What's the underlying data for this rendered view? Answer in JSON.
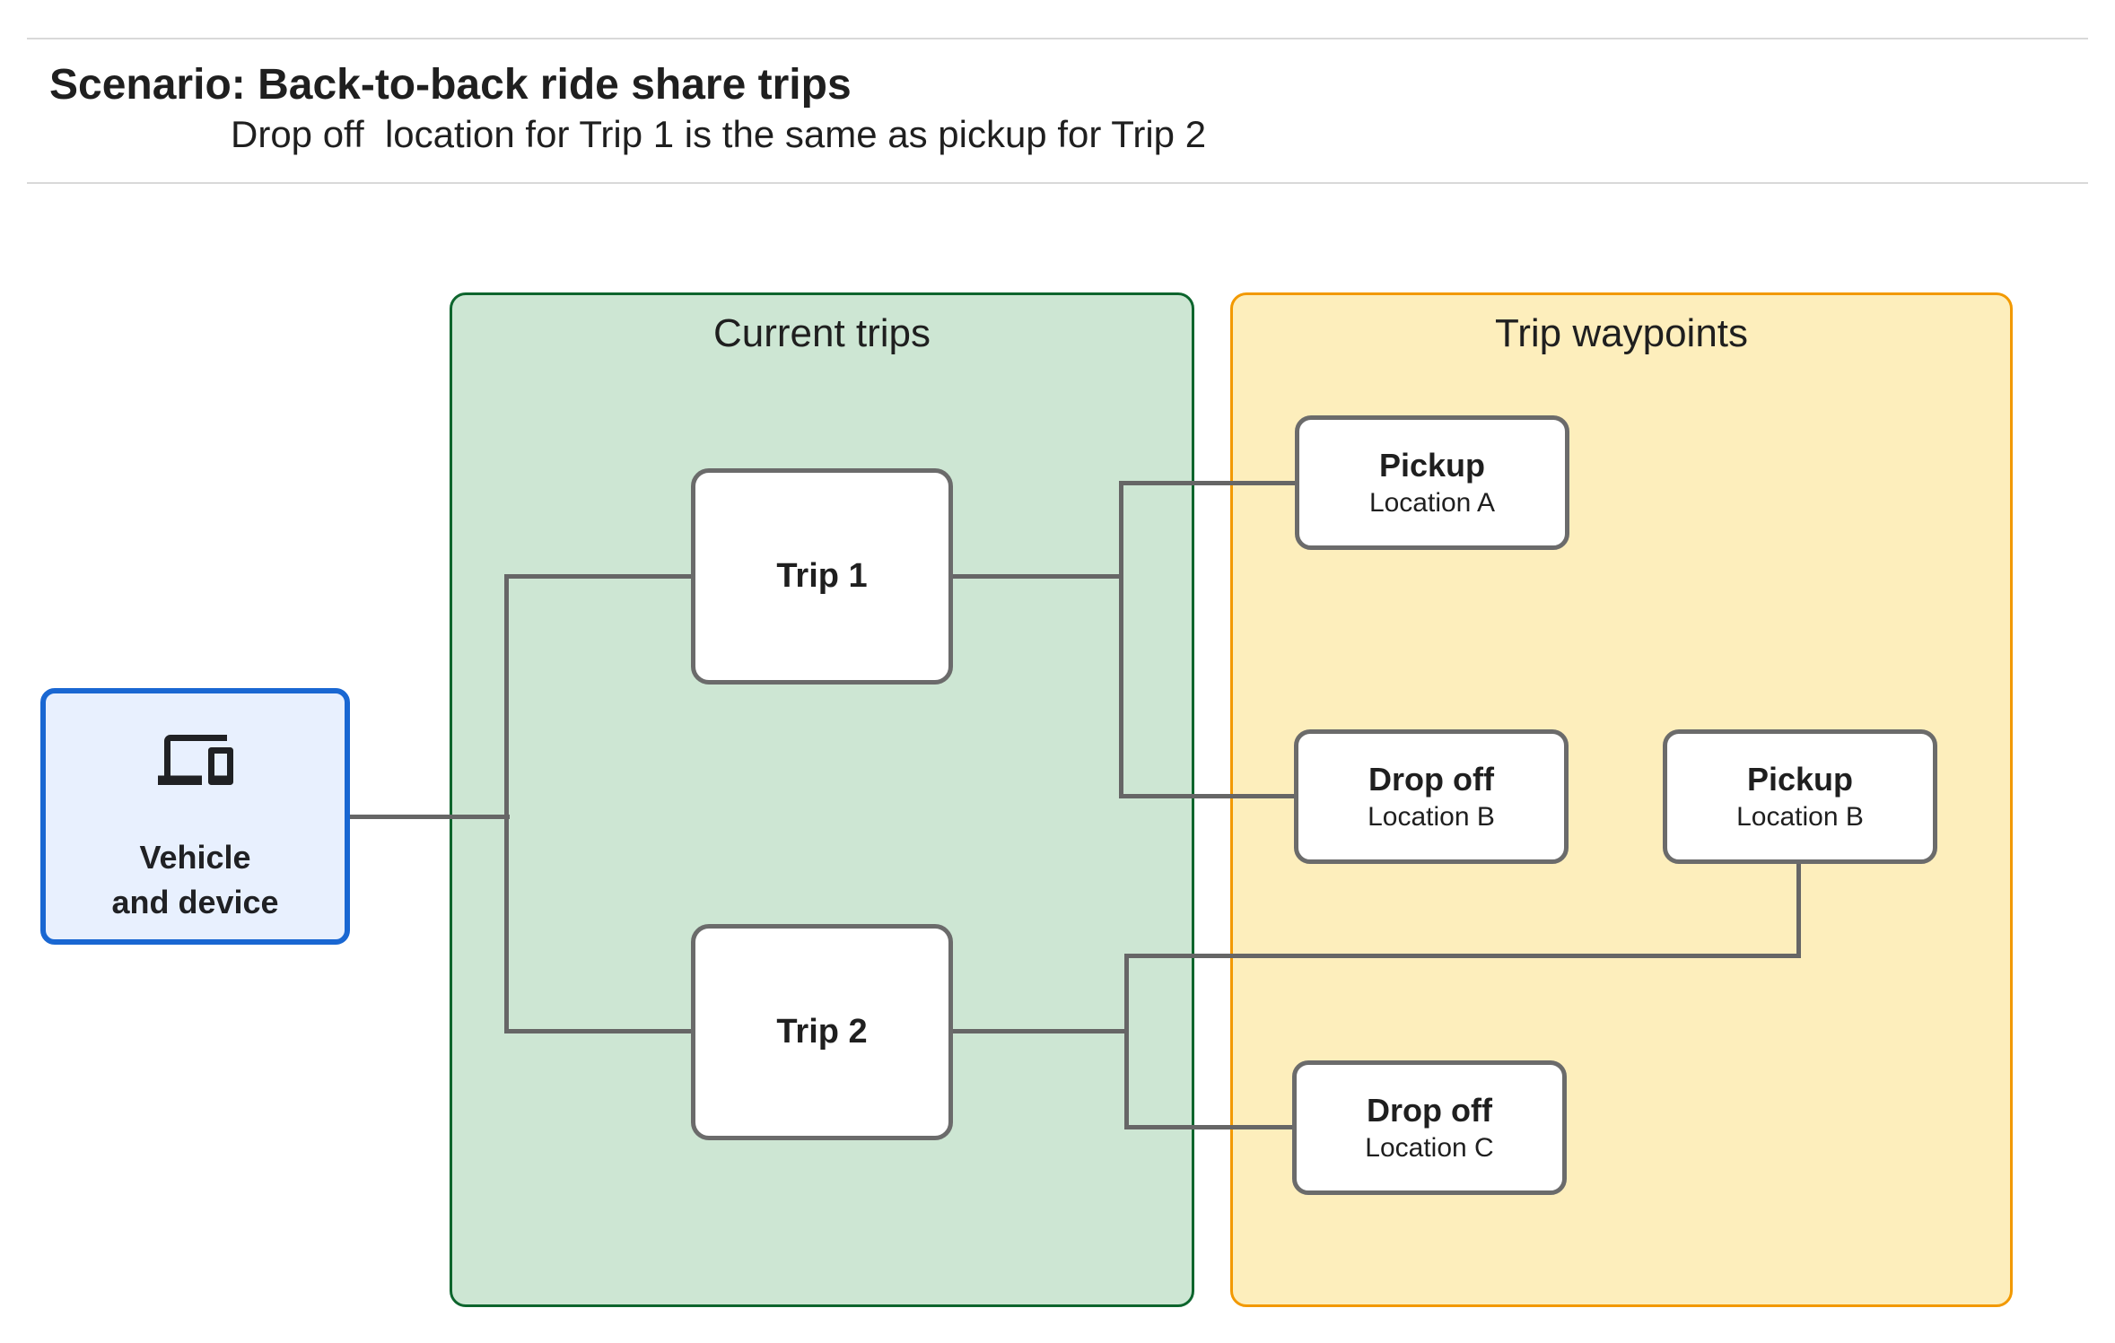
{
  "header": {
    "title": "Scenario: Back-to-back ride share trips",
    "subtitle": "Drop off  location for Trip 1 is the same as pickup for Trip 2"
  },
  "groups": {
    "current_trips": {
      "label": "Current trips"
    },
    "trip_waypoints": {
      "label": "Trip waypoints"
    }
  },
  "nodes": {
    "vehicle": {
      "line1": "Vehicle",
      "line2": "and device",
      "icon": "devices-icon"
    },
    "trip1": {
      "label": "Trip 1"
    },
    "trip2": {
      "label": "Trip 2"
    },
    "pickup_a": {
      "title": "Pickup",
      "subtitle": "Location A"
    },
    "dropoff_b": {
      "title": "Drop off",
      "subtitle": "Location B"
    },
    "pickup_b": {
      "title": "Pickup",
      "subtitle": "Location B"
    },
    "dropoff_c": {
      "title": "Drop off",
      "subtitle": "Location C"
    }
  },
  "colors": {
    "green_fill": "#cde6d3",
    "green_border": "#0d652d",
    "yellow_fill": "#fdeebc",
    "orange_border": "#f29900",
    "blue_fill": "#e8f0fe",
    "blue_border": "#1967d2",
    "node_border": "#6b6b6b",
    "connector": "#666666",
    "text": "#1f1f1f",
    "divider": "#d9d9d9"
  }
}
